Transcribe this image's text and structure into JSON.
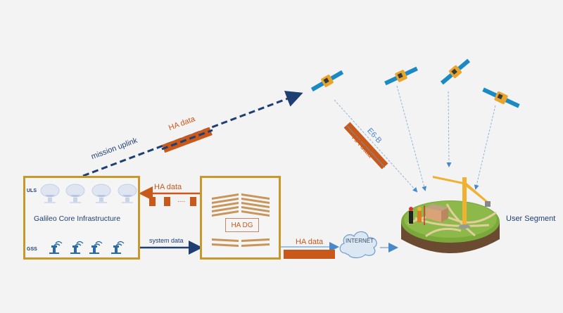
{
  "diagram": {
    "core": {
      "title": "Galileo Core Infrastructure",
      "uls_label": "ULS",
      "gss_label": "GSS",
      "uls_antenna_count": 4,
      "gss_antenna_count": 4
    },
    "hadg": {
      "label": "HA DG"
    },
    "links": {
      "mission_uplink": "mission uplink",
      "uplink_packet": "HA data",
      "return_data": "HA data",
      "return_ellipsis": "....",
      "system_data": "system data",
      "internet_data": "HA data",
      "signal_name": "E6-B",
      "signal_data": "HA data"
    },
    "internet": {
      "label": "INTERNET"
    },
    "user_segment": {
      "label": "User Segment"
    },
    "colors": {
      "box_border": "#c59a2a",
      "navy": "#1f3f73",
      "packet_orange": "#c9591a",
      "signal_blue": "#4a89c8",
      "satellite_panel": "#1b8ac4",
      "ground_green": "#7aa83a"
    }
  }
}
